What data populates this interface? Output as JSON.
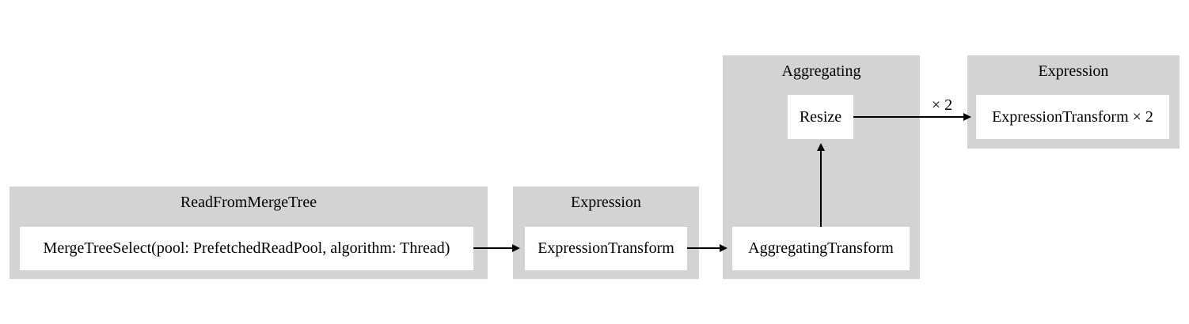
{
  "diagram": {
    "clusters": [
      {
        "title": "ReadFromMergeTree",
        "nodes": [
          "MergeTreeSelect(pool: PrefetchedReadPool, algorithm: Thread)"
        ]
      },
      {
        "title": "Expression",
        "nodes": [
          "ExpressionTransform"
        ]
      },
      {
        "title": "Aggregating",
        "nodes": [
          "Resize",
          "AggregatingTransform"
        ]
      },
      {
        "title": "Expression",
        "nodes": [
          "ExpressionTransform × 2"
        ]
      }
    ],
    "edges": [
      {
        "from": "MergeTreeSelect(pool: PrefetchedReadPool, algorithm: Thread)",
        "to": "ExpressionTransform",
        "label": ""
      },
      {
        "from": "ExpressionTransform",
        "to": "AggregatingTransform",
        "label": ""
      },
      {
        "from": "AggregatingTransform",
        "to": "Resize",
        "label": ""
      },
      {
        "from": "Resize",
        "to": "ExpressionTransform × 2",
        "label": "× 2"
      }
    ],
    "colors": {
      "cluster_bg": "#d3d3d3",
      "node_bg": "#ffffff",
      "edge": "#000000",
      "text": "#000000",
      "page_bg": "#ffffff"
    }
  }
}
